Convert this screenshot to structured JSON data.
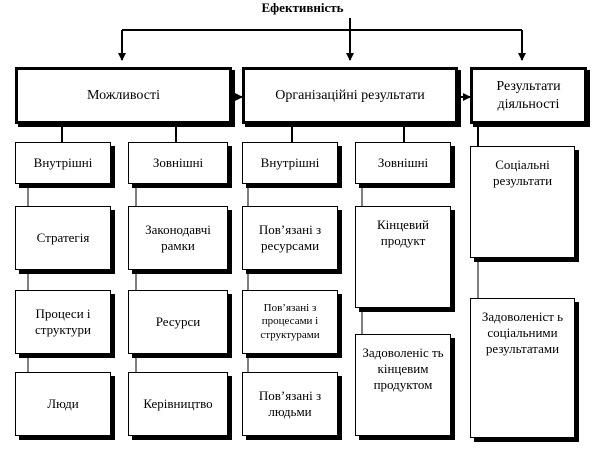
{
  "title": "Ефективність",
  "top": {
    "capabilities": "Можливості",
    "org_results": "Організаційні результати",
    "activity_results": "Результати діяльності"
  },
  "categories": {
    "cap_internal": "Внутрішні",
    "cap_external": "Зовнішні",
    "org_internal": "Внутрішні",
    "org_external": "Зовнішні"
  },
  "cap_internal": [
    "Стратегія",
    "Процеси і структури",
    "Люди"
  ],
  "cap_external": [
    "Законодавчі рамки",
    "Ресурси",
    "Керівництво"
  ],
  "org_internal": [
    "Пов’язані з ресурсами",
    "Пов’язані з процесами і структурами",
    "Пов’язані з людьми"
  ],
  "org_external": [
    "Кінцевий продукт",
    "Задоволеніс ть кінцевим продуктом"
  ],
  "activity": [
    "Соціальні результати",
    "Задоволеніст ь соціальними результатами"
  ]
}
